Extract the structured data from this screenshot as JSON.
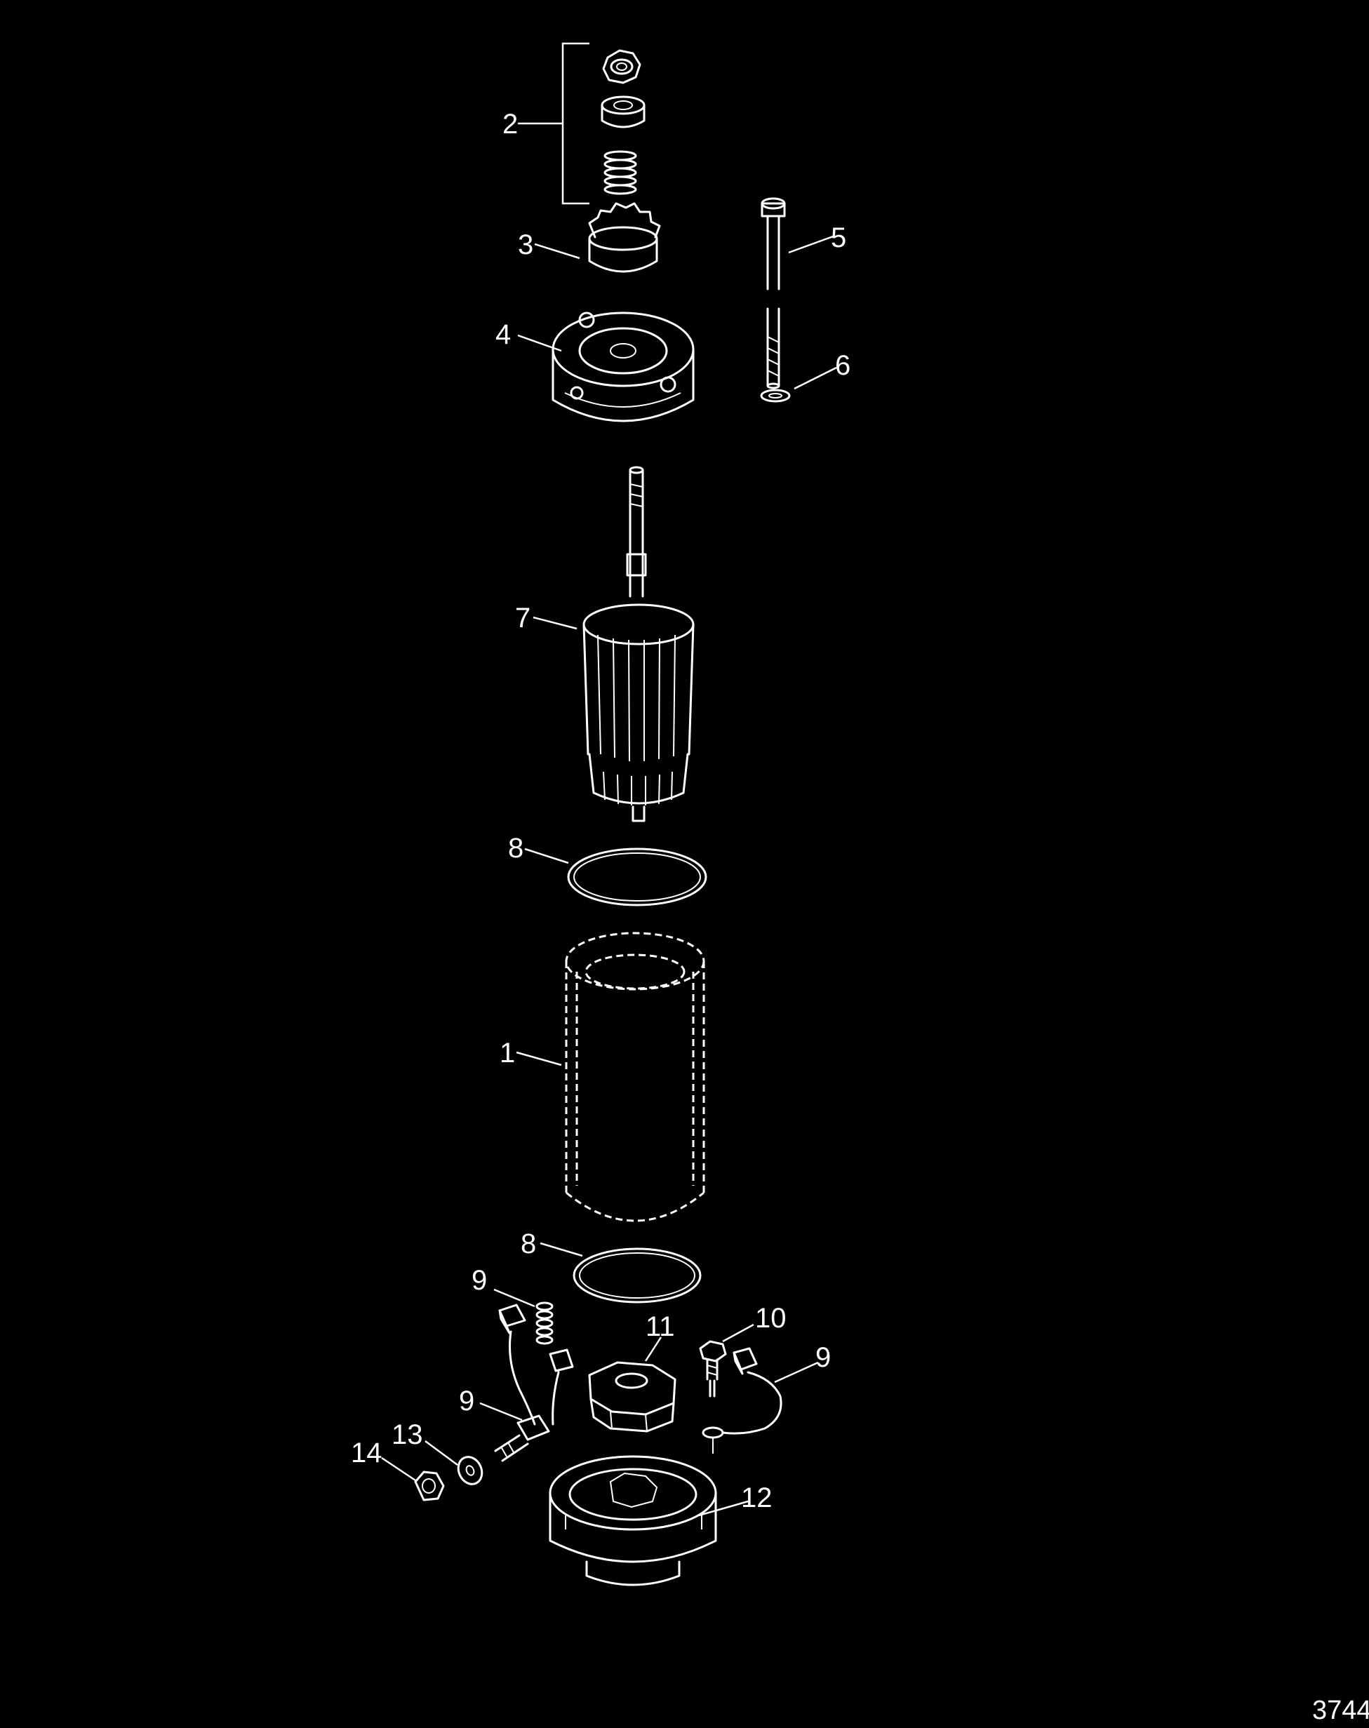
{
  "figure_number": "3744",
  "callouts": [
    {
      "id": "c2",
      "text": "2"
    },
    {
      "id": "c3",
      "text": "3"
    },
    {
      "id": "c4",
      "text": "4"
    },
    {
      "id": "c5",
      "text": "5"
    },
    {
      "id": "c6",
      "text": "6"
    },
    {
      "id": "c7",
      "text": "7"
    },
    {
      "id": "c8a",
      "text": "8"
    },
    {
      "id": "c1",
      "text": "1"
    },
    {
      "id": "c8b",
      "text": "8"
    },
    {
      "id": "c9a",
      "text": "9"
    },
    {
      "id": "c11",
      "text": "11"
    },
    {
      "id": "c10",
      "text": "10"
    },
    {
      "id": "c9b",
      "text": "9"
    },
    {
      "id": "c9c",
      "text": "9"
    },
    {
      "id": "c13",
      "text": "13"
    },
    {
      "id": "c14",
      "text": "14"
    },
    {
      "id": "c12",
      "text": "12"
    }
  ]
}
